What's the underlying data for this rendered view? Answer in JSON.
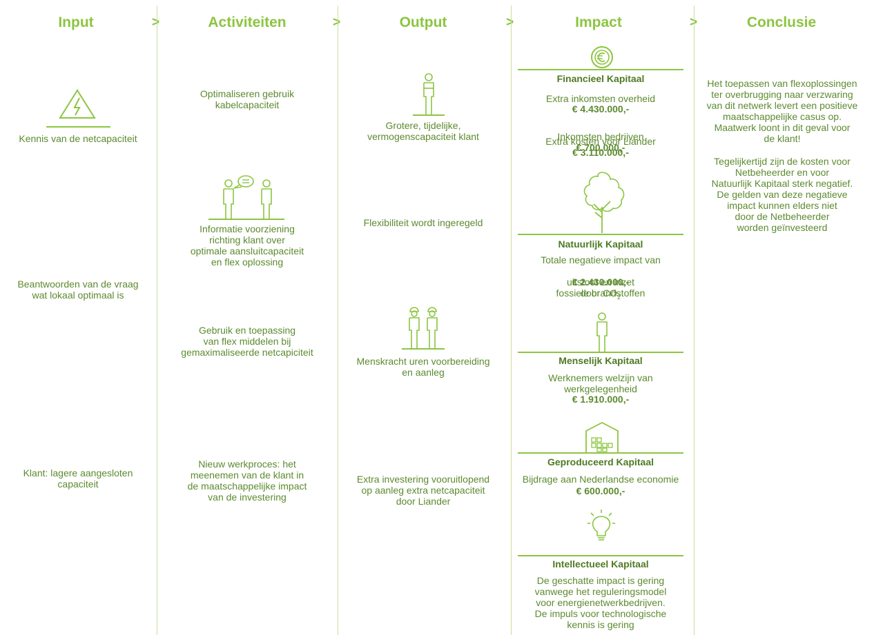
{
  "headers": {
    "input": "Input",
    "activiteiten": "Activiteiten",
    "output": "Output",
    "impact": "Impact",
    "conclusie": "Conclusie",
    "arrow": ">"
  },
  "input": {
    "item1": "Kennis van de netcapaciteit",
    "item2": "Beantwoorden van de vraag\nwat lokaal optimaal is",
    "item3": "Klant: lagere aangesloten\ncapaciteit"
  },
  "activiteiten": {
    "item1": "Optimaliseren gebruik\nkabelcapaciteit",
    "item2": "Informatie voorziening\nrichting klant over\noptimale aansluitcapaciteit\nen flex oplossing",
    "item3": "Gebruik en toepassing\nvan flex middelen bij\ngemaximaliseerde netcapiciteit",
    "item4": "Nieuw werkproces: het\nmeenemen van de klant in\nde maatschappelijke impact\nvan de investering"
  },
  "output": {
    "item1": "Grotere, tijdelijke,\nvermogenscapaciteit klant",
    "item2": "Flexibiliteit wordt ingeregeld",
    "item3": "Menskracht uren voorbereiding\nen aanleg",
    "item4": "Extra investering vooruitlopend\nop aanleg extra netcapaciteit\ndoor Liander"
  },
  "impact": {
    "financieel": {
      "title": "Financieel Kapitaal",
      "line1": "Extra inkomsten overheid",
      "line1_value": "€ 4.430.000,-",
      "line2": "Inkomsten bedrijven",
      "line2_value": "€ 700.000,-",
      "line3": "Extra kosten voor Liander",
      "line3_value": "€ 3.110.000,-"
    },
    "natuurlijk": {
      "title": "Natuurlijk Kapitaal",
      "line1": "Totale negatieve impact van",
      "value": "€ 2.430.000,-",
      "line2a": "door CO",
      "line2_sub": "2",
      "line3": "uitstoot en inzet",
      "line4": "fossiele brandstoffen"
    },
    "menselijk": {
      "title": "Menselijk Kapitaal",
      "text": "Werknemers welzijn van\nwerkgelegenheid",
      "value": "€ 1.910.000,-"
    },
    "geproduceerd": {
      "title": "Geproduceerd Kapitaal",
      "text": "Bijdrage aan Nederlandse economie",
      "value": "€ 600.000,-"
    },
    "intellectueel": {
      "title": "Intellectueel Kapitaal",
      "text": "De geschatte impact is gering\nvanwege het reguleringsmodel\nvoor energienetwerkbedrijven.\nDe impuls voor technologische\nkennis is gering"
    }
  },
  "conclusie": {
    "p1": "Het toepassen van flexoplossingen\nter overbrugging naar verzwaring\nvan dit netwerk levert een positieve\nmaatschappelijke casus op.\nMaatwerk loont in dit geval voor\nde klant!",
    "p2": "Tegelijkertijd zijn de kosten voor\nNetbeheerder en voor\nNatuurlijk Kapitaal sterk negatief.\nDe gelden van deze negatieve\nimpact kunnen elders niet\ndoor de Netbeheerder\nworden geïnvesteerd"
  },
  "colors": {
    "accent": "#8cc540",
    "text": "#5c8a2e",
    "divider": "#c9df9e"
  },
  "icons": [
    "high-voltage-icon",
    "worker-icon",
    "conversation-icon",
    "workers-icon",
    "euro-coin-icon",
    "tree-icon",
    "person-icon",
    "building-icon",
    "lightbulb-icon"
  ]
}
